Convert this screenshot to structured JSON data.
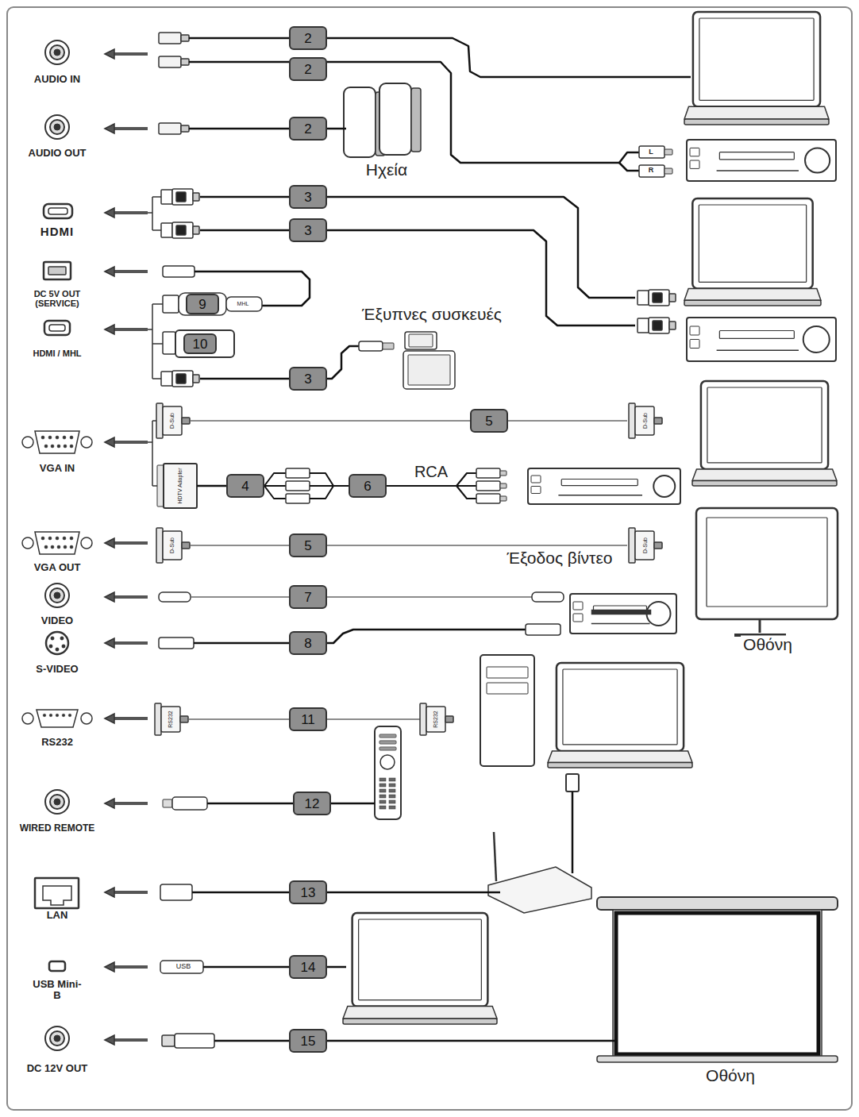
{
  "diagram": {
    "nodes": [
      {
        "text": [
          "2"
        ]
      },
      {
        "text": [
          "2"
        ]
      },
      {
        "text": [
          "2"
        ]
      },
      {
        "text": [
          "3"
        ]
      },
      {
        "text": [
          "3"
        ]
      },
      {
        "text": [
          "9"
        ]
      },
      {
        "text": [
          "10"
        ]
      },
      {
        "text": [
          "3"
        ]
      },
      {
        "text": [
          "5"
        ]
      },
      {
        "text": [
          "4"
        ]
      },
      {
        "text": [
          "6"
        ]
      },
      {
        "text": [
          "5"
        ]
      },
      {
        "text": [
          "7"
        ]
      },
      {
        "text": [
          "8"
        ]
      },
      {
        "text": [
          "11"
        ]
      },
      {
        "text": [
          "12"
        ]
      },
      {
        "text": [
          "13"
        ]
      },
      {
        "text": [
          "14"
        ]
      },
      {
        "text": [
          "15"
        ]
      }
    ],
    "edges": [],
    "labels": [
      "AUDIO IN",
      "AUDIO OUT",
      "Ηχεία",
      "L",
      "R",
      "HDMI",
      "DC 5V OUT (SERVICE)",
      "MHL",
      "HDMI / MHL",
      "Έξυπνες συσκευές",
      "D-Sub",
      "D-Sub",
      "VGA IN",
      "HDTV Adapter",
      "RCA",
      "D-Sub",
      "Έξοδος βίντεο",
      "D-Sub",
      "VGA OUT",
      "VIDEO",
      "Οθόνη",
      "S-VIDEO",
      "RS232",
      "RS232",
      "RS232",
      "WIRED REMOTE",
      "LAN",
      "USB",
      "USB Mini-B",
      "DC 12V OUT",
      "Οθόνη"
    ]
  }
}
